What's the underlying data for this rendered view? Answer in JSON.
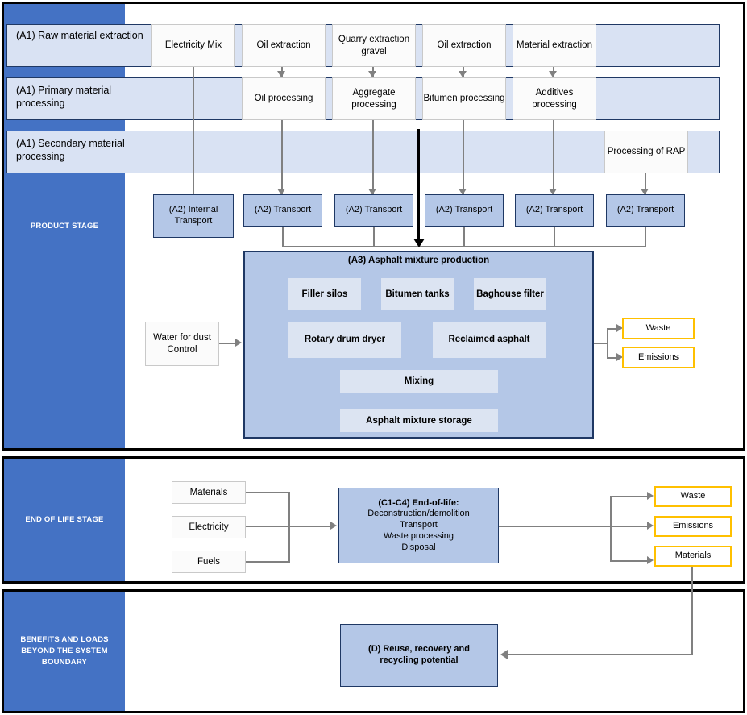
{
  "diagram": {
    "title": "Asphalt life cycle assessment system boundary flow diagram",
    "colors": {
      "stage_banner": "#4472C4",
      "band_fill": "#D9E2F3",
      "blue_box": "#B4C7E7",
      "inner_box": "#DCE4F2",
      "yellow_border": "#FFC000",
      "connector": "#808080",
      "frame": "#000000"
    }
  },
  "stages": [
    {
      "id": "product-stage",
      "label": "PRODUCT STAGE"
    },
    {
      "id": "end-of-life-stage",
      "label": "END OF LIFE STAGE"
    },
    {
      "id": "benefits-stage",
      "label": "BENEFITS AND LOADS BEYOND THE SYSTEM BOUNDARY"
    }
  ],
  "bands": [
    {
      "id": "a1-raw-material-extraction",
      "label": "(A1) Raw material extraction"
    },
    {
      "id": "a1-primary-material-processing",
      "label": "(A1) Primary material processing"
    },
    {
      "id": "a1-secondary-material-processing",
      "label": "(A1) Secondary material processing"
    }
  ],
  "raw_extraction": [
    {
      "id": "electricity-mix",
      "label": "Electricity Mix"
    },
    {
      "id": "oil-extraction-1",
      "label": "Oil extraction"
    },
    {
      "id": "quarry-extraction-gravel",
      "label": "Quarry extraction gravel"
    },
    {
      "id": "oil-extraction-2",
      "label": "Oil extraction"
    },
    {
      "id": "material-extraction",
      "label": "Material extraction"
    }
  ],
  "primary_processing": [
    {
      "id": "oil-processing",
      "label": "Oil processing"
    },
    {
      "id": "aggregate-processing",
      "label": "Aggregate processing"
    },
    {
      "id": "bitumen-processing",
      "label": "Bitumen processing"
    },
    {
      "id": "additives-processing",
      "label": "Additives processing"
    }
  ],
  "secondary_processing": [
    {
      "id": "processing-of-rap",
      "label": "Processing of RAP"
    }
  ],
  "transport": [
    {
      "id": "a2-internal-transport",
      "label": "(A2) Internal Transport"
    },
    {
      "id": "a2-transport-1",
      "label": "(A2) Transport"
    },
    {
      "id": "a2-transport-2",
      "label": "(A2) Transport"
    },
    {
      "id": "a2-transport-3",
      "label": "(A2) Transport"
    },
    {
      "id": "a2-transport-4",
      "label": "(A2) Transport"
    },
    {
      "id": "a2-transport-5",
      "label": "(A2) Transport"
    }
  ],
  "production": {
    "title": "(A3) Asphalt mixture production",
    "units": [
      {
        "id": "filler-silos",
        "label": "Filler silos"
      },
      {
        "id": "bitumen-tanks",
        "label": "Bitumen tanks"
      },
      {
        "id": "baghouse-filter",
        "label": "Baghouse filter"
      },
      {
        "id": "rotary-drum-dryer",
        "label": "Rotary drum dryer"
      },
      {
        "id": "reclaimed-asphalt",
        "label": "Reclaimed asphalt"
      },
      {
        "id": "mixing",
        "label": "Mixing"
      },
      {
        "id": "asphalt-mixture-storage",
        "label": "Asphalt mixture storage"
      }
    ],
    "input": {
      "id": "water-for-dust-control",
      "label": "Water for dust Control"
    },
    "outputs": [
      {
        "id": "production-waste",
        "label": "Waste"
      },
      {
        "id": "production-emissions",
        "label": "Emissions"
      }
    ]
  },
  "end_of_life": {
    "inputs": [
      {
        "id": "eol-materials-input",
        "label": "Materials"
      },
      {
        "id": "eol-electricity-input",
        "label": "Electricity"
      },
      {
        "id": "eol-fuels-input",
        "label": "Fuels"
      }
    ],
    "process": {
      "id": "c1-c4-end-of-life",
      "title": "(C1-C4) End-of-life:",
      "lines": [
        "Deconstruction/demolition",
        "Transport",
        "Waste processing",
        "Disposal"
      ]
    },
    "outputs": [
      {
        "id": "eol-waste-output",
        "label": "Waste"
      },
      {
        "id": "eol-emissions-output",
        "label": "Emissions"
      },
      {
        "id": "eol-materials-output",
        "label": "Materials"
      }
    ]
  },
  "benefits": {
    "module": {
      "id": "module-d-reuse-recovery-recycling",
      "label": "(D) Reuse, recovery and recycling potential"
    }
  }
}
